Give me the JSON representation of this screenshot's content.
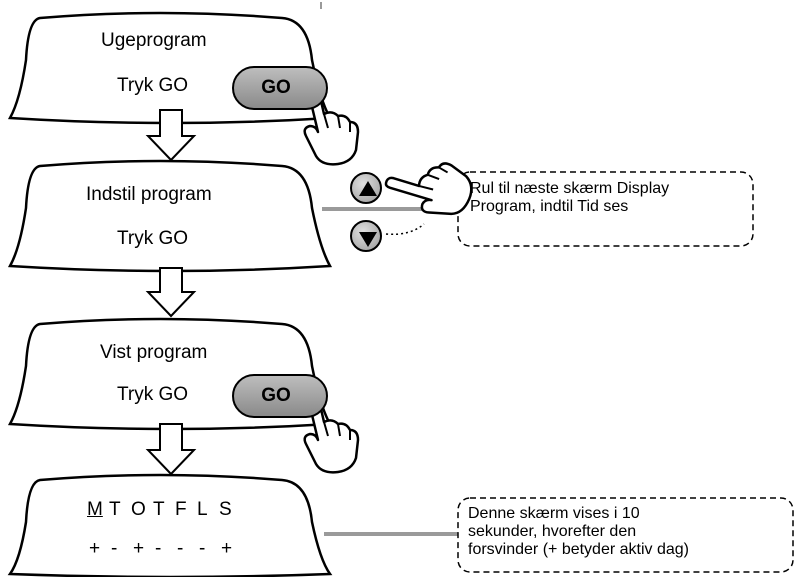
{
  "screens": [
    {
      "title": "Ugeprogram",
      "subtitle": "Tryk GO",
      "button": "GO"
    },
    {
      "title": "Indstil program",
      "subtitle": "Tryk GO"
    },
    {
      "title": "Vist program",
      "subtitle": "Tryk GO",
      "button": "GO"
    },
    {
      "days": [
        "M",
        "T",
        "O",
        "T",
        "F",
        "L",
        "S"
      ],
      "current_day": "M",
      "active": [
        "+",
        "-",
        "+",
        "-",
        "-",
        "-",
        "+"
      ]
    }
  ],
  "notes": {
    "scroll_note": "Rul til næste skærm Display\nProgram, indtil Tid ses",
    "timeout_note": "Denne skærm vises i 10\nsekunder, hvorefter den\nforsvinder (+ betyder aktiv dag)"
  },
  "icons": {
    "up": "arrow-up-icon",
    "down": "arrow-down-icon",
    "hand": "pointing-hand-icon"
  },
  "colors": {
    "button_fill": "#a6a6a6",
    "connector": "#9a9a9a"
  }
}
